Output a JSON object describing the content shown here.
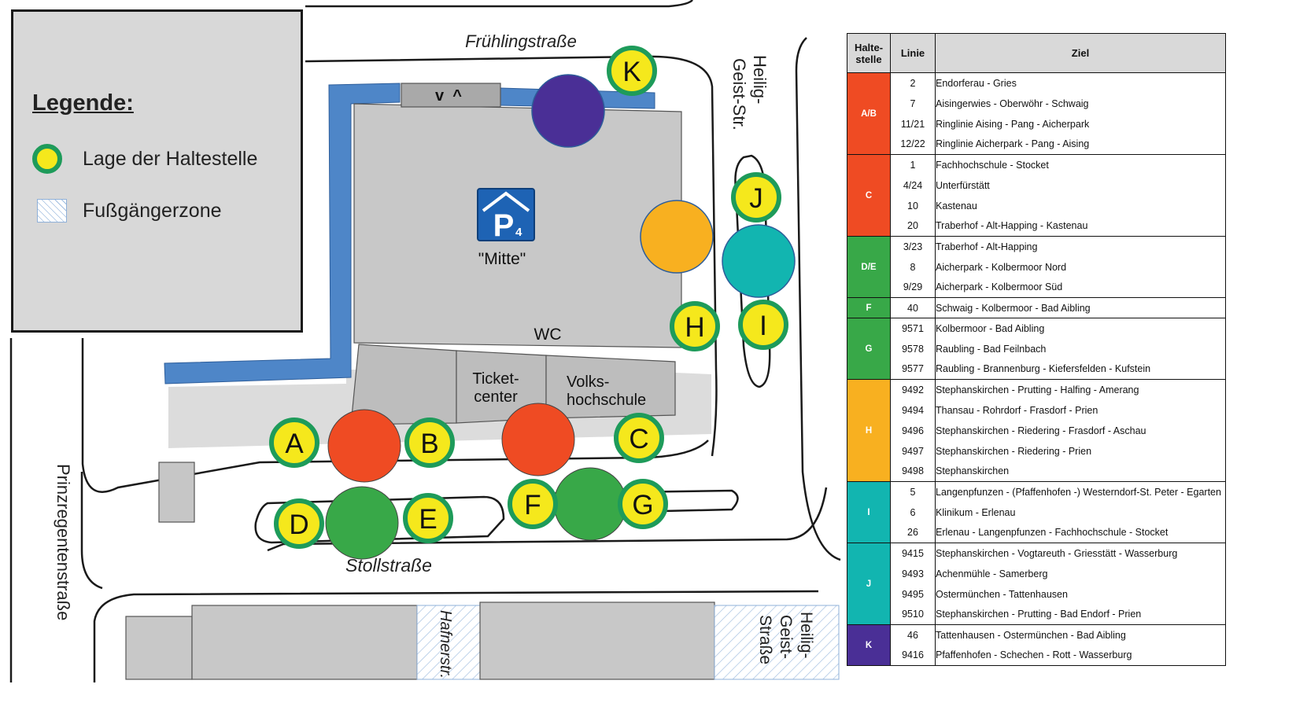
{
  "legend": {
    "title": "Legende:",
    "stop_label": "Lage der Haltestelle",
    "zone_label": "Fußgängerzone"
  },
  "map": {
    "streets": {
      "fruehling": "Frühlingstraße",
      "heilig_top_1": "Heilig-",
      "heilig_top_2": "Geist-Str.",
      "prinzregenten": "Prinzregentenstraße",
      "stoll": "Stollstraße",
      "hafner": "Hafnerstr.",
      "heilig_bottom_1": "Heilig-",
      "heilig_bottom_2": "Geist-",
      "heilig_bottom_3": "Straße"
    },
    "parking": {
      "sign": "P",
      "number": "4",
      "name": "\"Mitte\""
    },
    "ramp_arrows": "v  ^",
    "buildings": {
      "wc": "WC",
      "ticket_1": "Ticket-",
      "ticket_2": "center",
      "volks_1": "Volks-",
      "volks_2": "hochschule"
    },
    "stop_letters": {
      "A": "A",
      "B": "B",
      "C": "C",
      "D": "D",
      "E": "E",
      "F": "F",
      "G": "G",
      "H": "H",
      "I": "I",
      "J": "J",
      "K": "K"
    },
    "stop_colors": {
      "AB": "#ef4b23",
      "C": "#ef4b23",
      "DE": "#38a848",
      "FG": "#38a848",
      "H": "#f8b020",
      "I": "#12b5b0",
      "K": "#4a2f96",
      "marker_fill": "#f5e81c",
      "marker_ring": "#1e9b5a"
    }
  },
  "table": {
    "headers": {
      "stop": "Halte-stelle",
      "line": "Linie",
      "dest": "Ziel"
    },
    "groups": [
      {
        "stop": "A/B",
        "color": "#ef4b23",
        "rows": [
          {
            "line": "2",
            "dest": "Endorferau - Gries"
          },
          {
            "line": "7",
            "dest": "Aisingerwies - Oberwöhr - Schwaig"
          },
          {
            "line": "11/21",
            "dest": "Ringlinie Aising - Pang - Aicherpark"
          },
          {
            "line": "12/22",
            "dest": "Ringlinie Aicherpark - Pang - Aising"
          }
        ]
      },
      {
        "stop": "C",
        "color": "#ef4b23",
        "rows": [
          {
            "line": "1",
            "dest": "Fachhochschule - Stocket"
          },
          {
            "line": "4/24",
            "dest": "Unterfürstätt"
          },
          {
            "line": "10",
            "dest": "Kastenau"
          },
          {
            "line": "20",
            "dest": "Traberhof - Alt-Happing - Kastenau"
          }
        ]
      },
      {
        "stop": "D/E",
        "color": "#38a848",
        "rows": [
          {
            "line": "3/23",
            "dest": "Traberhof - Alt-Happing"
          },
          {
            "line": "8",
            "dest": "Aicherpark - Kolbermoor Nord"
          },
          {
            "line": "9/29",
            "dest": "Aicherpark - Kolbermoor Süd"
          }
        ]
      },
      {
        "stop": "F",
        "color": "#38a848",
        "rows": [
          {
            "line": "40",
            "dest": "Schwaig - Kolbermoor - Bad Aibling"
          }
        ]
      },
      {
        "stop": "G",
        "color": "#38a848",
        "rows": [
          {
            "line": "9571",
            "dest": "Kolbermoor - Bad Aibling"
          },
          {
            "line": "9578",
            "dest": "Raubling - Bad Feilnbach"
          },
          {
            "line": "9577",
            "dest": "Raubling - Brannenburg - Kiefersfelden - Kufstein"
          }
        ]
      },
      {
        "stop": "H",
        "color": "#f8b020",
        "rows": [
          {
            "line": "9492",
            "dest": "Stephanskirchen - Prutting - Halfing - Amerang"
          },
          {
            "line": "9494",
            "dest": "Thansau - Rohrdorf - Frasdorf - Prien"
          },
          {
            "line": "9496",
            "dest": "Stephanskirchen - Riedering - Frasdorf - Aschau"
          },
          {
            "line": "9497",
            "dest": "Stephanskirchen - Riedering - Prien"
          },
          {
            "line": "9498",
            "dest": "Stephanskirchen"
          }
        ]
      },
      {
        "stop": "I",
        "color": "#12b5b0",
        "rows": [
          {
            "line": "5",
            "dest": "Langenpfunzen - (Pfaffenhofen -) Westerndorf-St. Peter - Egarten"
          },
          {
            "line": "6",
            "dest": "Klinikum - Erlenau"
          },
          {
            "line": "26",
            "dest": "Erlenau - Langenpfunzen - Fachhochschule - Stocket"
          }
        ]
      },
      {
        "stop": "J",
        "color": "#12b5b0",
        "rows": [
          {
            "line": "9415",
            "dest": "Stephanskirchen - Vogtareuth - Griesstätt - Wasserburg"
          },
          {
            "line": "9493",
            "dest": "Achenmühle - Samerberg"
          },
          {
            "line": "9495",
            "dest": "Ostermünchen - Tattenhausen"
          },
          {
            "line": "9510",
            "dest": "Stephanskirchen - Prutting - Bad Endorf - Prien"
          }
        ]
      },
      {
        "stop": "K",
        "color": "#4a2f96",
        "rows": [
          {
            "line": "46",
            "dest": "Tattenhausen - Ostermünchen - Bad Aibling"
          },
          {
            "line": "9416",
            "dest": "Pfaffenhofen - Schechen - Rott - Wasserburg"
          }
        ]
      }
    ]
  }
}
